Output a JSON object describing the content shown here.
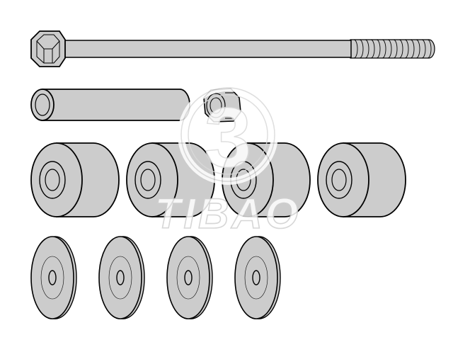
{
  "watermark": {
    "brand_text": "TIBAO",
    "logo_glyph": "3",
    "icon": "tibao-logo"
  },
  "parts": [
    {
      "type": "bolt",
      "count": 1
    },
    {
      "type": "sleeve",
      "count": 1
    },
    {
      "type": "nut",
      "count": 1
    },
    {
      "type": "bushing",
      "count": 4
    },
    {
      "type": "washer",
      "count": 4
    }
  ],
  "colors": {
    "fill": "#cccccc",
    "stroke": "#000000",
    "background": "#ffffff",
    "watermark": "#e6e6e6"
  }
}
